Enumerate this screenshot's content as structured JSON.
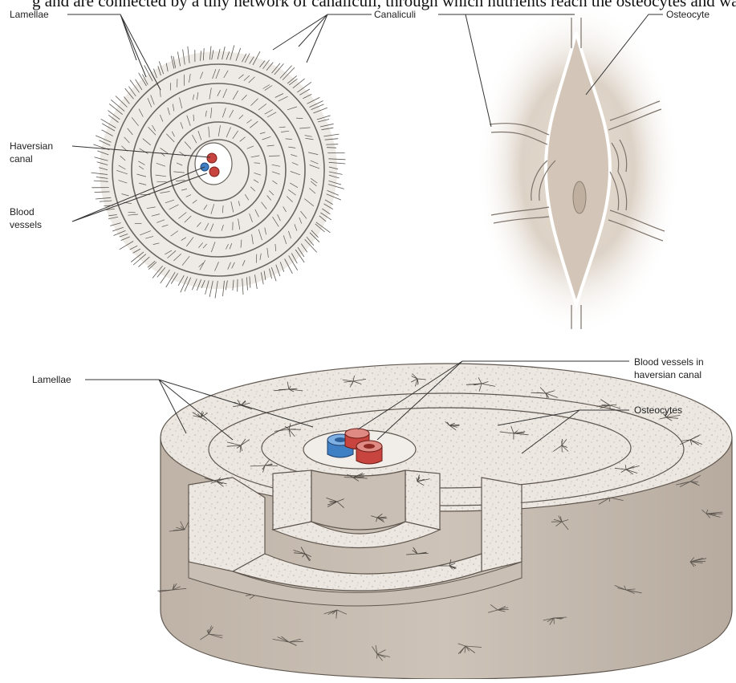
{
  "caption_fragment": "g and are connected by a tiny network of canaliculi, through which nutrients reach the osteocytes and wastes are removed by the circulatory system.",
  "labels": {
    "lamellae_top": "Lamellae",
    "canaliculi": "Canaliculi",
    "osteocyte": "Osteocyte",
    "haversian_line1": "Haversian",
    "haversian_line2": "canal",
    "blood_vessels_line1": "Blood",
    "blood_vessels_line2": "vessels",
    "lamellae_bottom": "Lamellae",
    "bv_haversian_line1": "Blood vessels in",
    "bv_haversian_line2": "haversian canal",
    "osteocytes": "Osteocytes"
  },
  "colors": {
    "bone_tissue": "#e9e5df",
    "bone_side": "#c9bfb4",
    "osteocyte_body": "#cbbdb0",
    "artery": "#c8453f",
    "vein": "#3f7fc4"
  }
}
